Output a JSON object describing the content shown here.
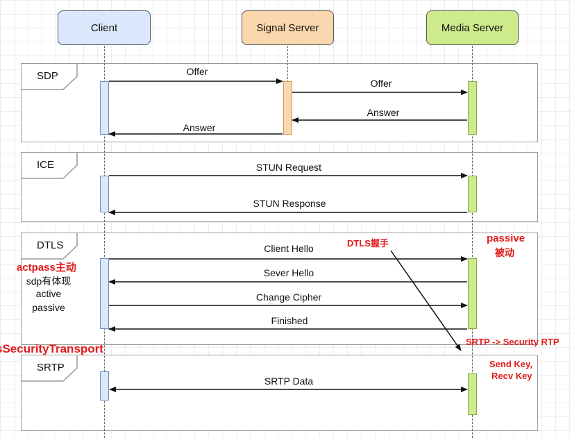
{
  "actors": {
    "client": "Client",
    "signal": "Signal Server",
    "media": "Media Server"
  },
  "frames": {
    "sdp": "SDP",
    "ice": "ICE",
    "dtls": "DTLS",
    "srtp": "SRTP"
  },
  "messages": {
    "offer_1": "Offer",
    "offer_2": "Offer",
    "answer_1": "Answer",
    "answer_2": "Answer",
    "stun_request": "STUN Request",
    "stun_response": "STUN Response",
    "client_hello": "Client Hello",
    "sever_hello": "Sever Hello",
    "change_cipher": "Change Cipher",
    "finished": "Finished",
    "srtp_data": "SRTP Data"
  },
  "annotations": {
    "dtls_handshake": "DTLS握手",
    "passive": "passive",
    "passive_cn": "被动",
    "actpass": "actpass主动",
    "sdp_show": "sdp有体现",
    "active": "active",
    "passive_2": "passive",
    "security_transport": "sSecurityTransport",
    "srtp_def": "SRTP -> Security RTP",
    "send_key": "Send Key,",
    "recv_key": "Recv Key"
  },
  "colors": {
    "client_fill": "#dae8fc",
    "signal_fill": "#fad7ac",
    "media_fill": "#cdeb8b",
    "annotation_red": "#e21b1b"
  }
}
